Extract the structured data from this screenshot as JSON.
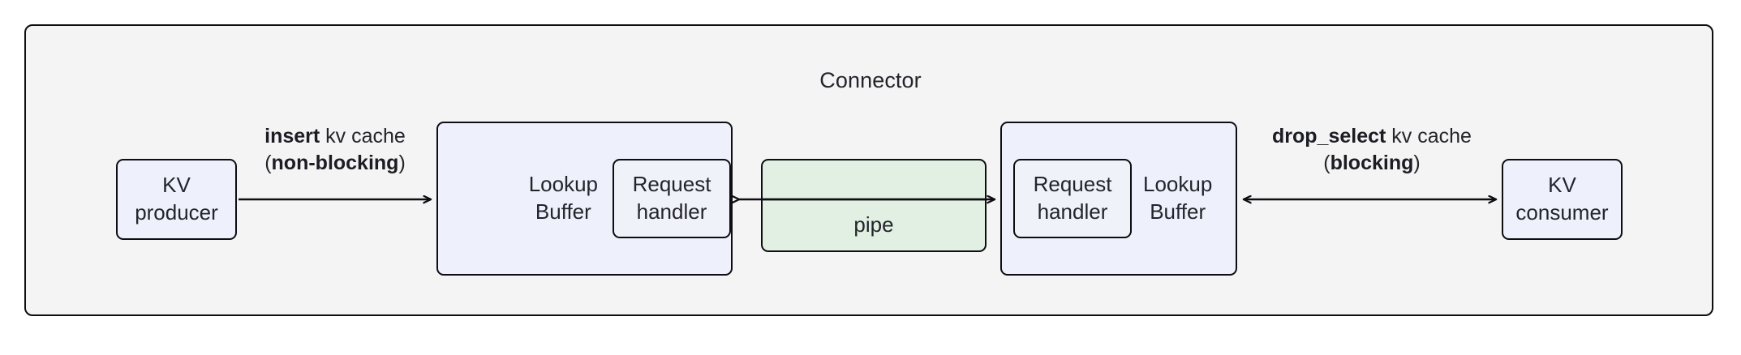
{
  "diagram": {
    "title": "Connector",
    "nodes": {
      "kv_producer": {
        "label": "KV\nproducer"
      },
      "kv_consumer": {
        "label": "KV\nconsumer"
      },
      "buffer_left": {
        "label": "Lookup\nBuffer"
      },
      "buffer_right": {
        "label": "Lookup\nBuffer"
      },
      "handler_left": {
        "label": "Request\nhandler"
      },
      "handler_right": {
        "label": "Request\nhandler"
      },
      "pipe": {
        "label": "pipe"
      }
    },
    "edges": {
      "insert": {
        "op": "insert",
        "object": " kv cache",
        "mode_open": "(",
        "mode": "non-blocking",
        "mode_close": ")",
        "direction": "right"
      },
      "drop_select": {
        "op": "drop_select",
        "object": " kv cache",
        "mode_open": "(",
        "mode": "blocking",
        "mode_close": ")",
        "direction": "both"
      },
      "pipe_left": {
        "direction": "left"
      },
      "pipe_right": {
        "direction": "right"
      }
    },
    "colors": {
      "container_fill": "#f4f4f4",
      "node_fill": "#eef1fb",
      "pipe_fill": "#e1f0e3",
      "stroke": "#0d0d12",
      "text": "#24242b"
    }
  }
}
